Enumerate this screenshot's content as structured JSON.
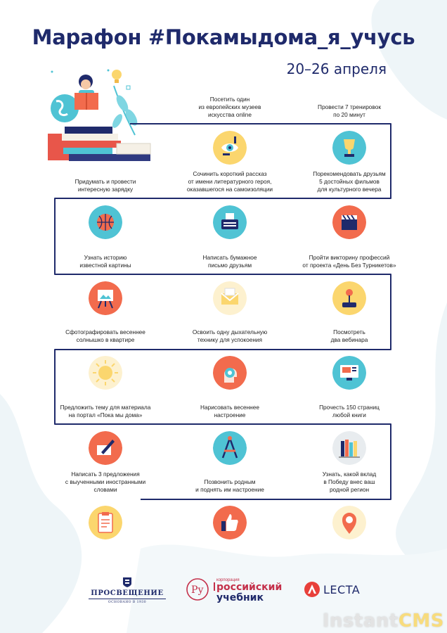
{
  "header": {
    "title": "Марафон #Покамыдома_я_учусь",
    "date": "20–26 апреля"
  },
  "tasks": [
    {
      "label": "Посетить один\nиз европейских музеев\nискусства online",
      "icon": "eye-icon"
    },
    {
      "label": "Провести 7 тренировок\nпо 20 минут",
      "icon": "trophy-icon"
    },
    {
      "label": "Придумать и провести\nинтересную зарядку",
      "icon": "basketball-icon"
    },
    {
      "label": "Сочинить короткий рассказ\nот имени литературного героя,\nоказавшегося на самоизоляции",
      "icon": "typewriter-icon"
    },
    {
      "label": "Порекомендовать друзьям\n5 достойных фильмов\nдля культурного вечера",
      "icon": "clapperboard-icon"
    },
    {
      "label": "Узнать историю\nизвестной картины",
      "icon": "easel-icon"
    },
    {
      "label": "Написать бумажное\nписьмо друзьям",
      "icon": "envelope-icon"
    },
    {
      "label": "Пройти викторину профессий\nот проекта «День Без Турникетов»",
      "icon": "joystick-icon"
    },
    {
      "label": "Сфотографировать весеннее\nсолнышко в квартире",
      "icon": "sun-icon"
    },
    {
      "label": "Освоить одну дыхательную\nтехнику для успокоения",
      "icon": "brain-icon"
    },
    {
      "label": "Посмотреть\nдва вебинара",
      "icon": "monitor-icon"
    },
    {
      "label": "Предложить тему для материала\nна портал «Пока мы дома»",
      "icon": "pen-paper-icon"
    },
    {
      "label": "Нарисовать весеннее\nнастроение",
      "icon": "compass-drawing-icon"
    },
    {
      "label": "Прочесть 150 страниц\nлюбой книги",
      "icon": "books-icon"
    },
    {
      "label": "Написать 3 предложения\nс выученными иностранными\nсловами",
      "icon": "clipboard-icon"
    },
    {
      "label": "Позвонить родным\nи поднять им настроение",
      "icon": "thumbs-up-icon"
    },
    {
      "label": "Узнать, какой вклад\nв Победу внес ваш\nродной регион",
      "icon": "map-pin-icon"
    }
  ],
  "logos": {
    "prosv_main": "ПРОСВЕЩЕНИЕ",
    "prosv_sub": "ОСНОВАНО В 1930",
    "ru_small": "корпорация",
    "ru_line1": "российский",
    "ru_line2": "учебник",
    "lecta": "LECTA"
  },
  "watermark": {
    "part1": "Instant",
    "part2": "CMS"
  },
  "colors": {
    "navy": "#1f2a6b",
    "orange": "#f26b4d",
    "yellow": "#fbd66e",
    "teal": "#4fc3d4",
    "light_yellow": "#fdf1cf"
  }
}
